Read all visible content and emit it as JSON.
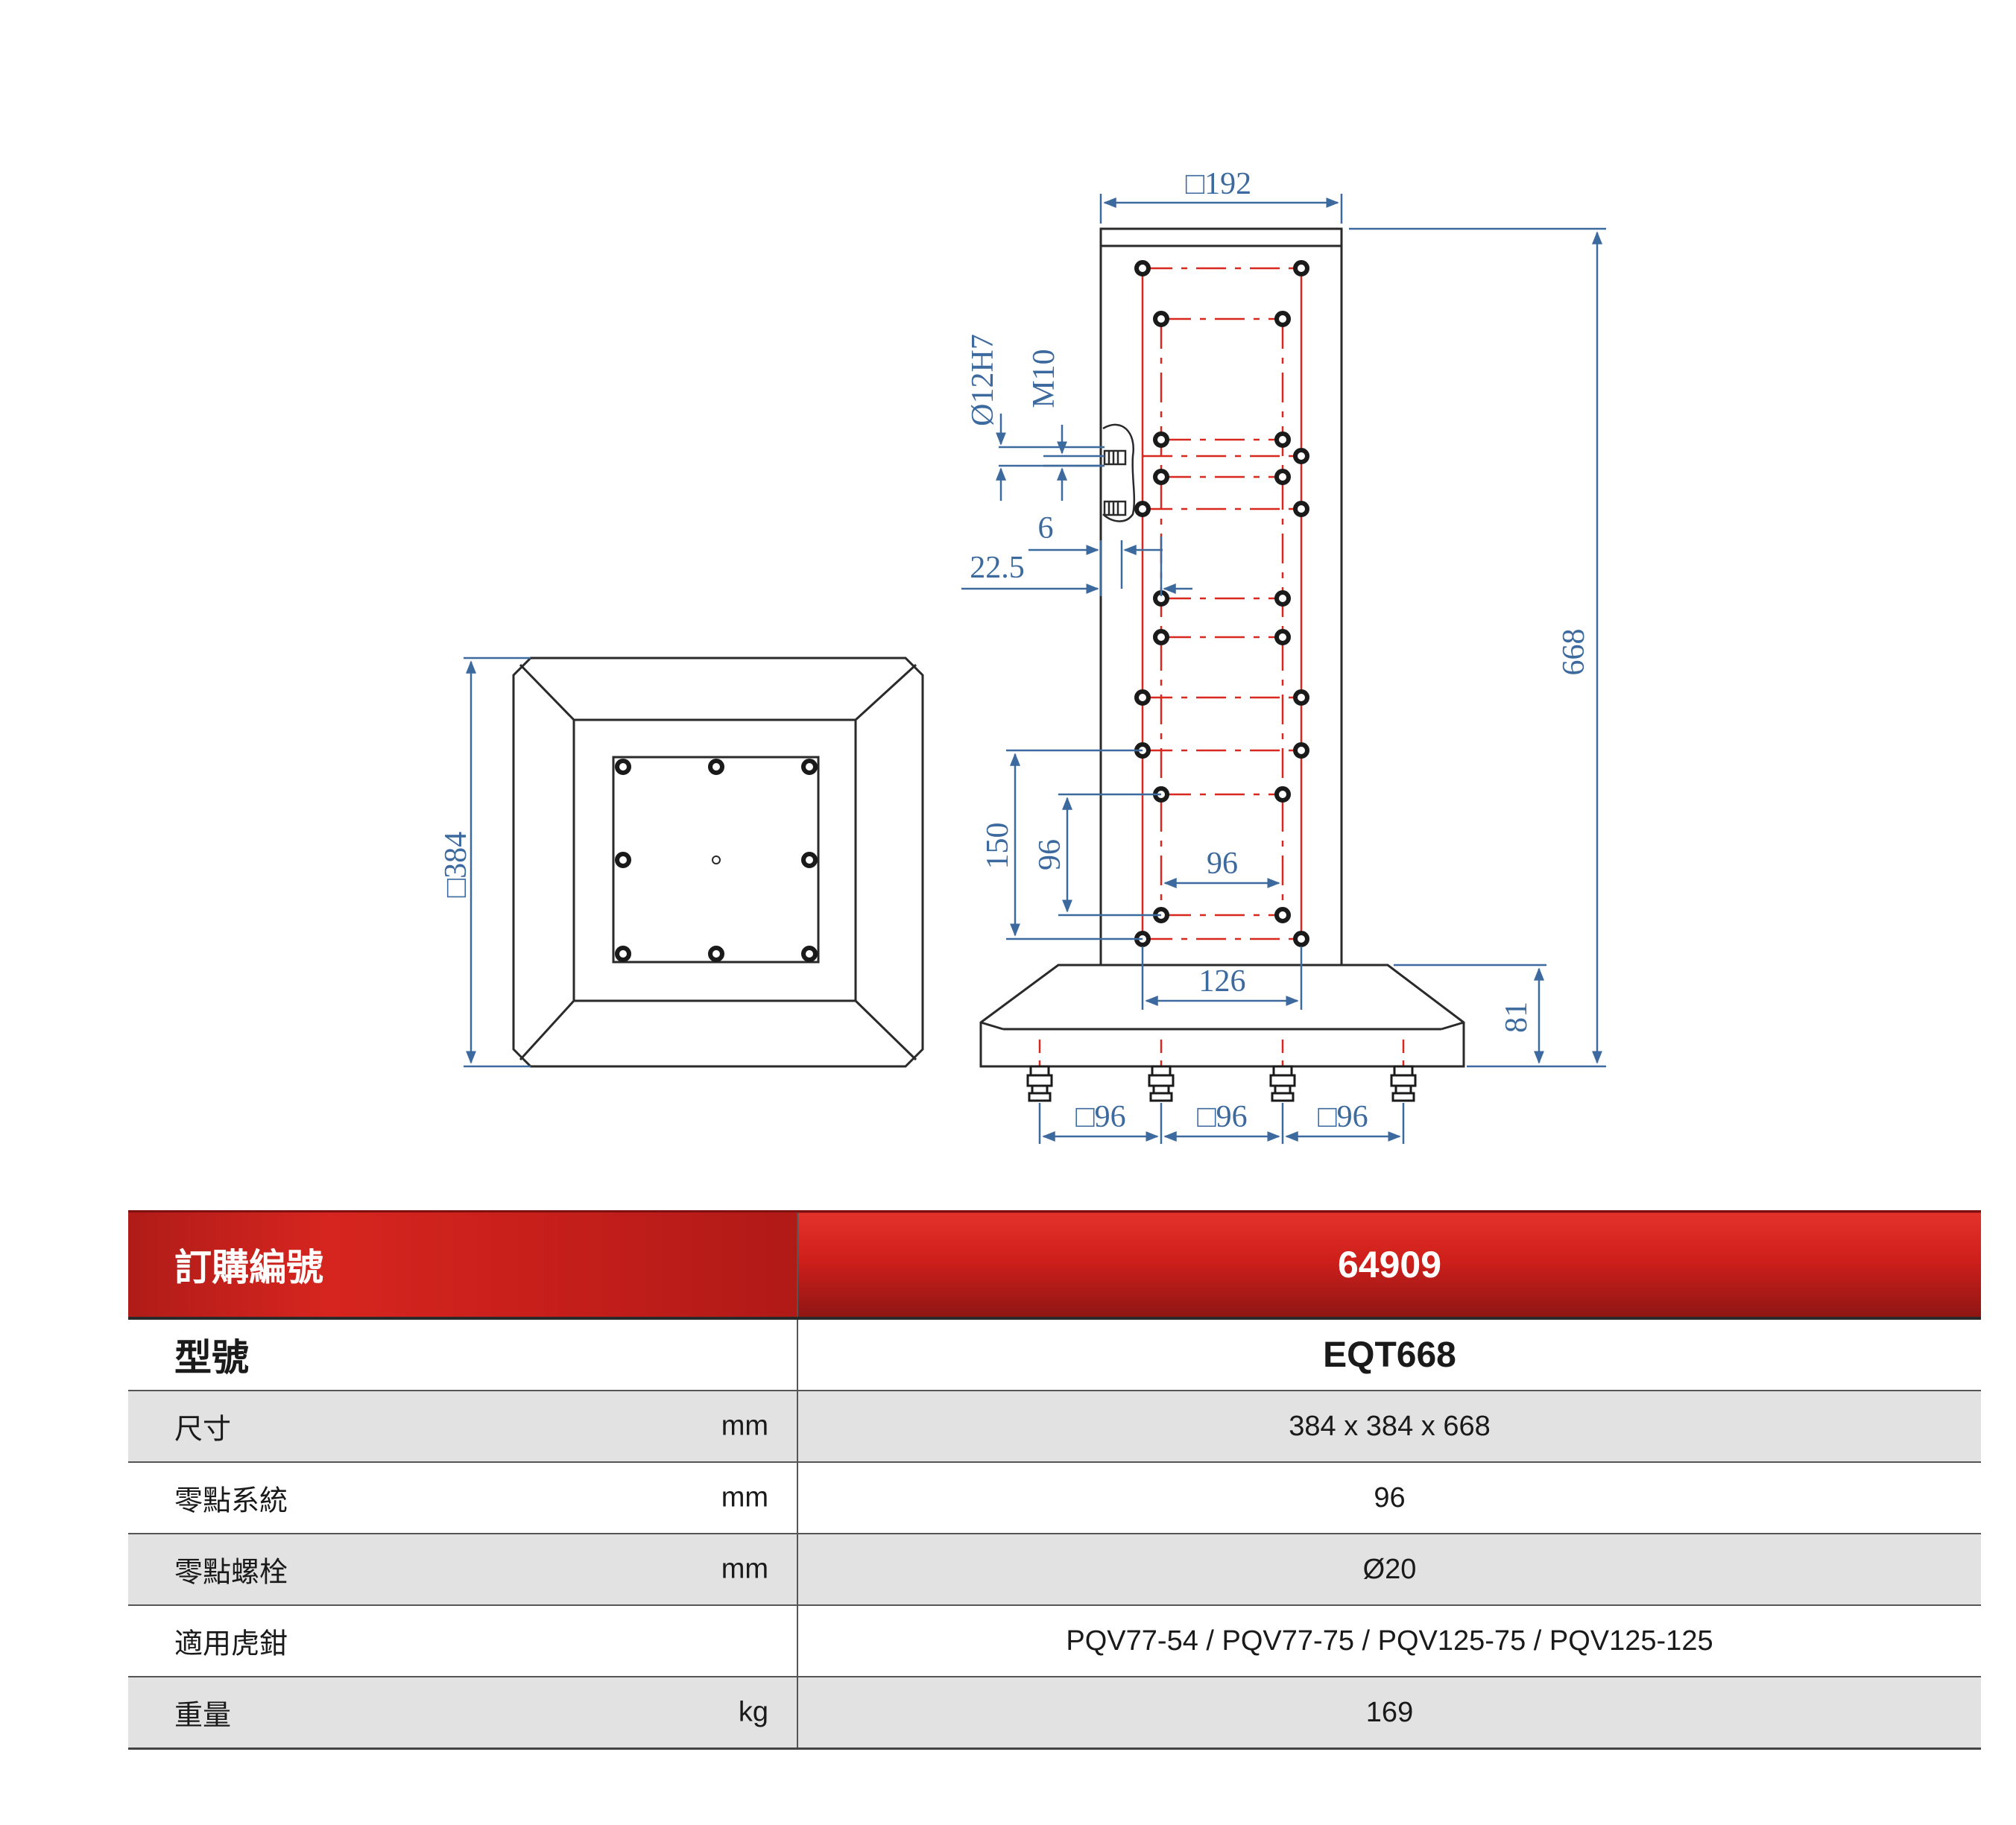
{
  "drawing": {
    "dimensions": {
      "top_width": "□192",
      "overall_height": "668",
      "pin_bore": "Ø12H7",
      "thread": "M10",
      "offset_small": "6",
      "offset_large": "22.5",
      "pitch_150": "150",
      "pitch_96_vertical": "96",
      "pitch_96_horizontal": "96",
      "span_126": "126",
      "base_height": "81",
      "base_square": "□384",
      "bottom_pitch_1": "□96",
      "bottom_pitch_2": "□96",
      "bottom_pitch_3": "□96"
    },
    "colors": {
      "outline": "#2a2a2a",
      "dimension": "#3d6a9e",
      "centerline": "#d8281f"
    }
  },
  "table": {
    "header": {
      "label": "訂購編號",
      "value": "64909"
    },
    "model": {
      "label": "型號",
      "value": "EQT668"
    },
    "rows": [
      {
        "label": "尺寸",
        "unit": "mm",
        "value": "384 x 384  x 668"
      },
      {
        "label": "零點系統",
        "unit": "mm",
        "value": "96"
      },
      {
        "label": "零點螺栓",
        "unit": "mm",
        "value": "Ø20"
      },
      {
        "label": "適用虎鉗",
        "unit": "",
        "value": "PQV77-54 / PQV77-75 / PQV125-75 / PQV125-125"
      },
      {
        "label": "重量",
        "unit": "kg",
        "value": "169"
      }
    ],
    "colors": {
      "header_red": "#d6251f",
      "shade": "#e2e2e2"
    }
  }
}
